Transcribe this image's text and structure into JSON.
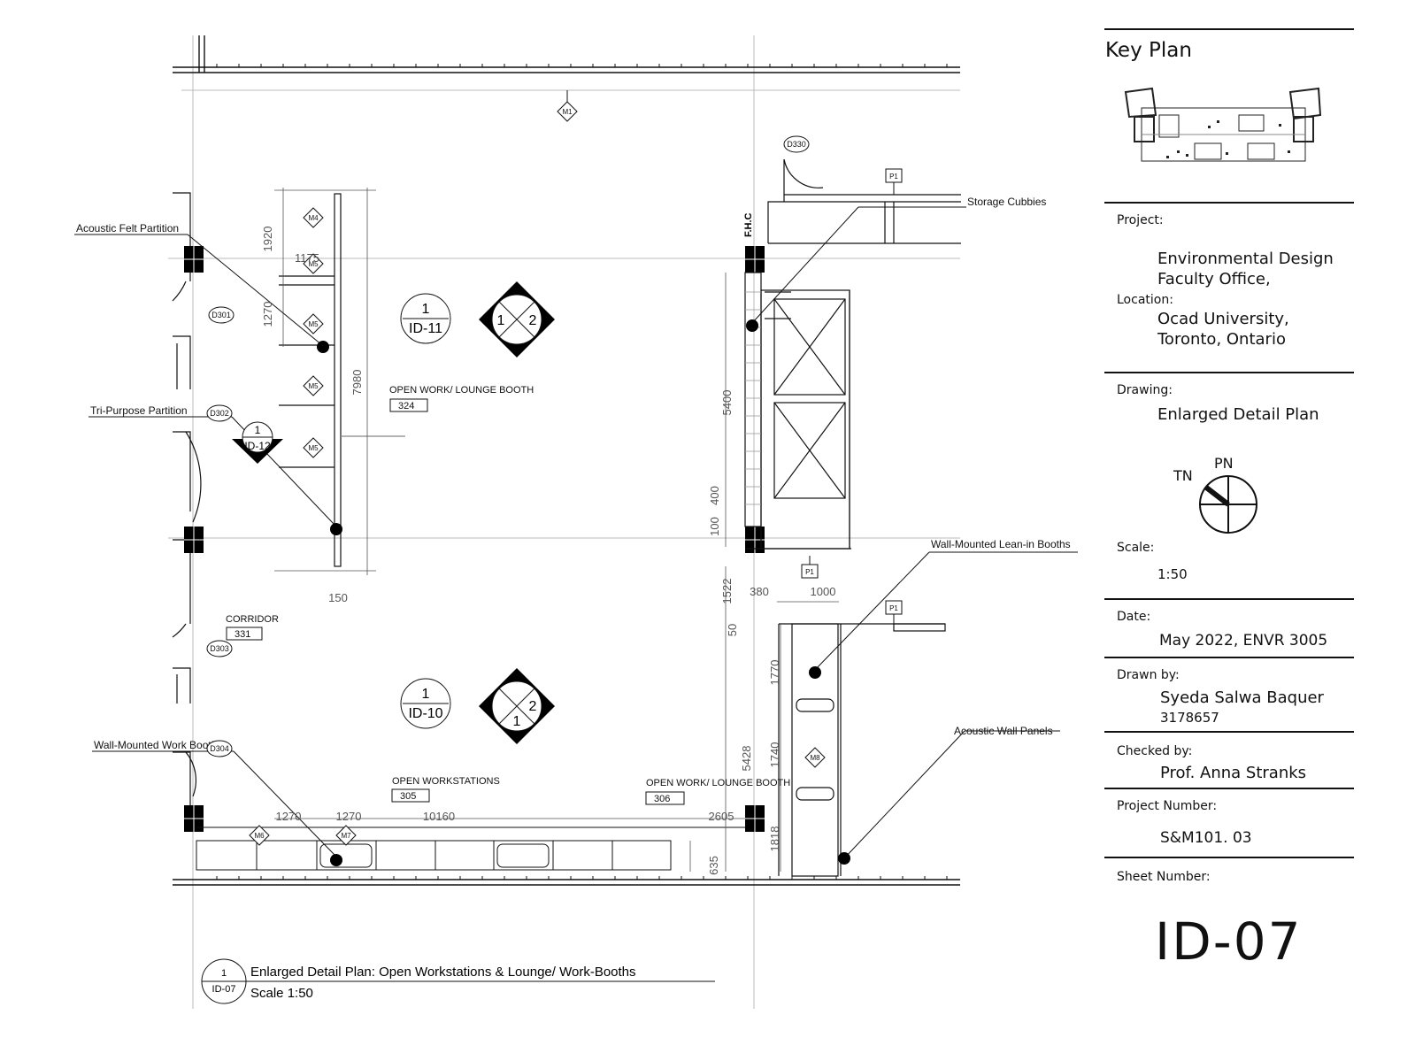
{
  "title_block": {
    "key_plan_title": "Key Plan",
    "project_label": "Project:",
    "project_line1": "Environmental Design",
    "project_line2": "Faculty Office,",
    "location_label": "Location:",
    "location_line1": "Ocad University,",
    "location_line2": "Toronto, Ontario",
    "drawing_label": "Drawing:",
    "drawing_value": "Enlarged Detail Plan",
    "north_tn": "TN",
    "north_pn": "PN",
    "scale_label": "Scale:",
    "scale_value": "1:50",
    "date_label": "Date:",
    "date_value": "May 2022, ENVR 3005",
    "drawn_label": "Drawn by:",
    "drawn_name": "Syeda Salwa Baquer",
    "drawn_id": "3178657",
    "checked_label": "Checked by:",
    "checked_value": "Prof. Anna Stranks",
    "project_number_label": "Project Number:",
    "project_number_value": "S&M101. 03",
    "sheet_number_label": "Sheet Number:",
    "sheet_number_value": "ID-07"
  },
  "plan": {
    "callouts": {
      "acoustic_felt": "Acoustic Felt Partition",
      "tri_purpose": "Tri-Purpose Partition",
      "wall_work_booths": "Wall-Mounted Work Booths",
      "storage_cubbies": "Storage Cubbies",
      "lean_in_booths": "Wall-Mounted Lean-in Booths",
      "acoustic_wall_panels": "Acoustic Wall Panels"
    },
    "rooms": {
      "lounge_top_name": "OPEN WORK/ LOUNGE BOOTH",
      "lounge_top_num": "324",
      "corridor_name": "CORRIDOR",
      "corridor_num": "331",
      "workstations_name": "OPEN WORKSTATIONS",
      "workstations_num": "305",
      "lounge_bottom_name": "OPEN WORK/ LOUNGE BOOTH",
      "lounge_bottom_num": "306"
    },
    "section_marks": {
      "id11_num": "1",
      "id11_sheet": "ID-11",
      "id10_num": "1",
      "id10_sheet": "ID-10",
      "id12_num": "1",
      "id12_sheet": "ID-12",
      "elev_top_a": "1",
      "elev_top_b": "2",
      "elev_bot_a": "1",
      "elev_bot_b": "2"
    },
    "door_tags": {
      "d301": "D301",
      "d302": "D302",
      "d303": "D303",
      "d304": "D304",
      "d330": "D330"
    },
    "material_tags": {
      "m1": "M1",
      "m4": "M4",
      "m5": "M5",
      "m6": "M6",
      "m7": "M7",
      "m8": "M8",
      "p1": "P1"
    },
    "fhc": "F.H.C",
    "dims": {
      "d1920": "1920",
      "d1175": "1175",
      "d1270a": "1270",
      "d7980": "7980",
      "d150": "150",
      "d5400": "5400",
      "d400": "400",
      "d100": "100",
      "d1522": "1522",
      "d380": "380",
      "d1000": "1000",
      "d50": "50",
      "d1770": "1770",
      "d5428": "5428",
      "d1740": "1740",
      "d1818": "1818",
      "d635": "635",
      "d1270b": "1270",
      "d1270c": "1270",
      "d10160": "10160",
      "d2605": "2605"
    },
    "drawing_title": {
      "num": "1",
      "sheet": "ID-07",
      "title": "Enlarged Detail Plan: Open Workstations & Lounge/ Work-Booths",
      "scale": "Scale 1:50"
    }
  }
}
